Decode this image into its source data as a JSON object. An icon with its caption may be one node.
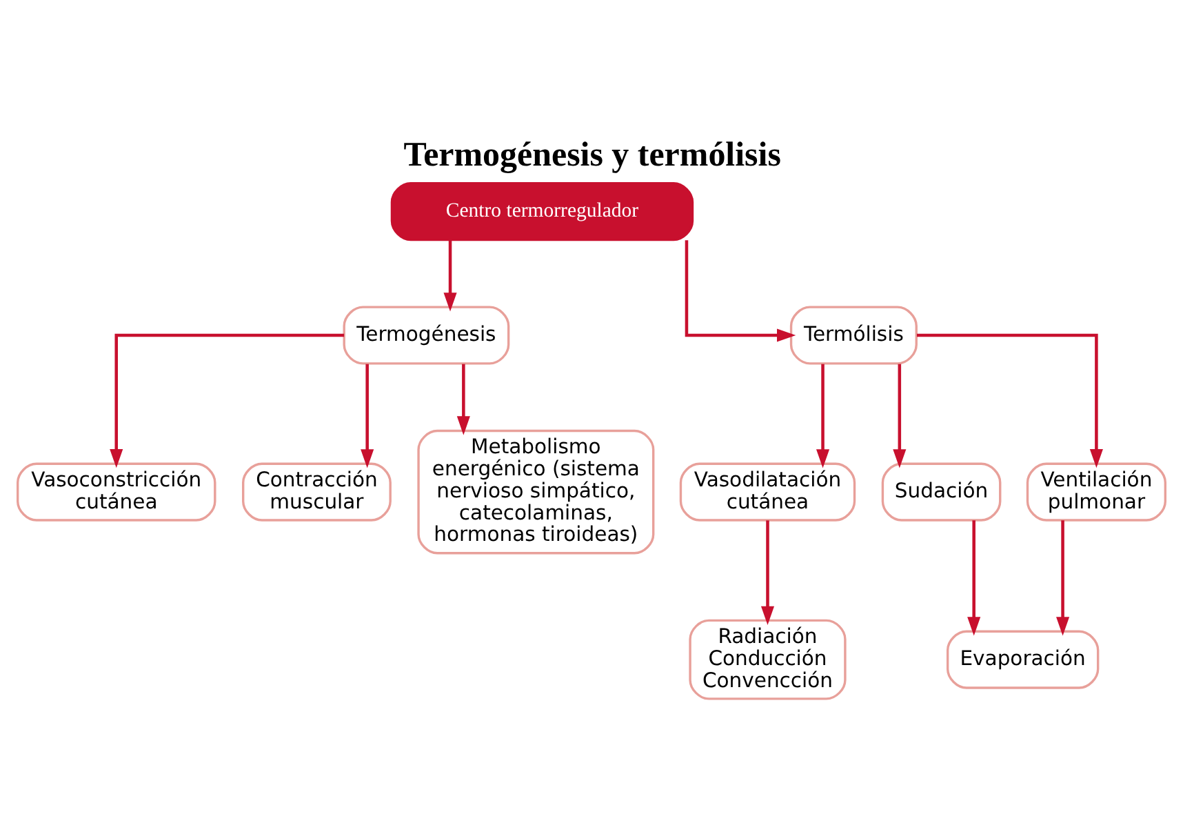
{
  "diagram": {
    "title": "Termogénesis y termólisis",
    "nodes": [
      {
        "text": [
          "Centro termorregulador"
        ]
      },
      {
        "text": [
          "Termogénesis"
        ]
      },
      {
        "text": [
          "Termólisis"
        ]
      },
      {
        "text": [
          "Vasoconstricción cutánea"
        ]
      },
      {
        "text": [
          "Contracción muscular"
        ]
      },
      {
        "text": [
          "Metabolismo energénico (sistema nervioso simpático, catecolaminas, hormonas tiroideas)"
        ]
      },
      {
        "text": [
          "Vasodilatación cutánea"
        ]
      },
      {
        "text": [
          "Sudación"
        ]
      },
      {
        "text": [
          "Ventilación pulmonar"
        ]
      },
      {
        "text": [
          "Radiación",
          "Conducción",
          "Convencción"
        ]
      },
      {
        "text": [
          "Evaporación"
        ]
      }
    ],
    "edges": [
      {
        "from": 0,
        "to": 1,
        "arrow": "to"
      },
      {
        "from": 0,
        "to": 2,
        "arrow": "to"
      },
      {
        "from": 1,
        "to": 3,
        "arrow": "to"
      },
      {
        "from": 1,
        "to": 4,
        "arrow": "to"
      },
      {
        "from": 1,
        "to": 5,
        "arrow": "to"
      },
      {
        "from": 2,
        "to": 6,
        "arrow": "to"
      },
      {
        "from": 2,
        "to": 7,
        "arrow": "to"
      },
      {
        "from": 2,
        "to": 8,
        "arrow": "to"
      },
      {
        "from": 6,
        "to": 9,
        "arrow": "to"
      },
      {
        "from": 7,
        "to": 10,
        "arrow": "to"
      },
      {
        "from": 8,
        "to": 10,
        "arrow": "to"
      }
    ]
  }
}
